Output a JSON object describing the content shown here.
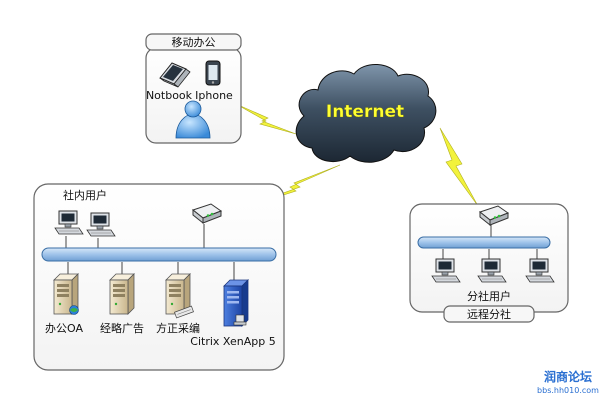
{
  "mobile_office": {
    "title": "移动办公",
    "notebook_label": "Notbook",
    "iphone_label": "Iphone"
  },
  "internet": {
    "label": "Internet"
  },
  "headquarters": {
    "internal_users_label": "社内用户",
    "servers": [
      {
        "label": "办公OA"
      },
      {
        "label": "经略广告"
      },
      {
        "label": "方正采编"
      },
      {
        "label": "Citrix XenApp 5"
      }
    ]
  },
  "branch_office": {
    "title": "远程分社",
    "users_label": "分社用户"
  },
  "watermark": {
    "title": "润商论坛",
    "url": "bbs.hh010.com"
  },
  "colors": {
    "cloud_dark": "#1c2733",
    "cloud_light": "#7f95ab",
    "internet_text": "#ffff33",
    "lightning": "#f2f23c",
    "bus_fill": "#9fc3ea",
    "bus_stroke": "#3a6ea5",
    "server_blue": "#2458c4",
    "watermark": "#2a6fd1"
  }
}
